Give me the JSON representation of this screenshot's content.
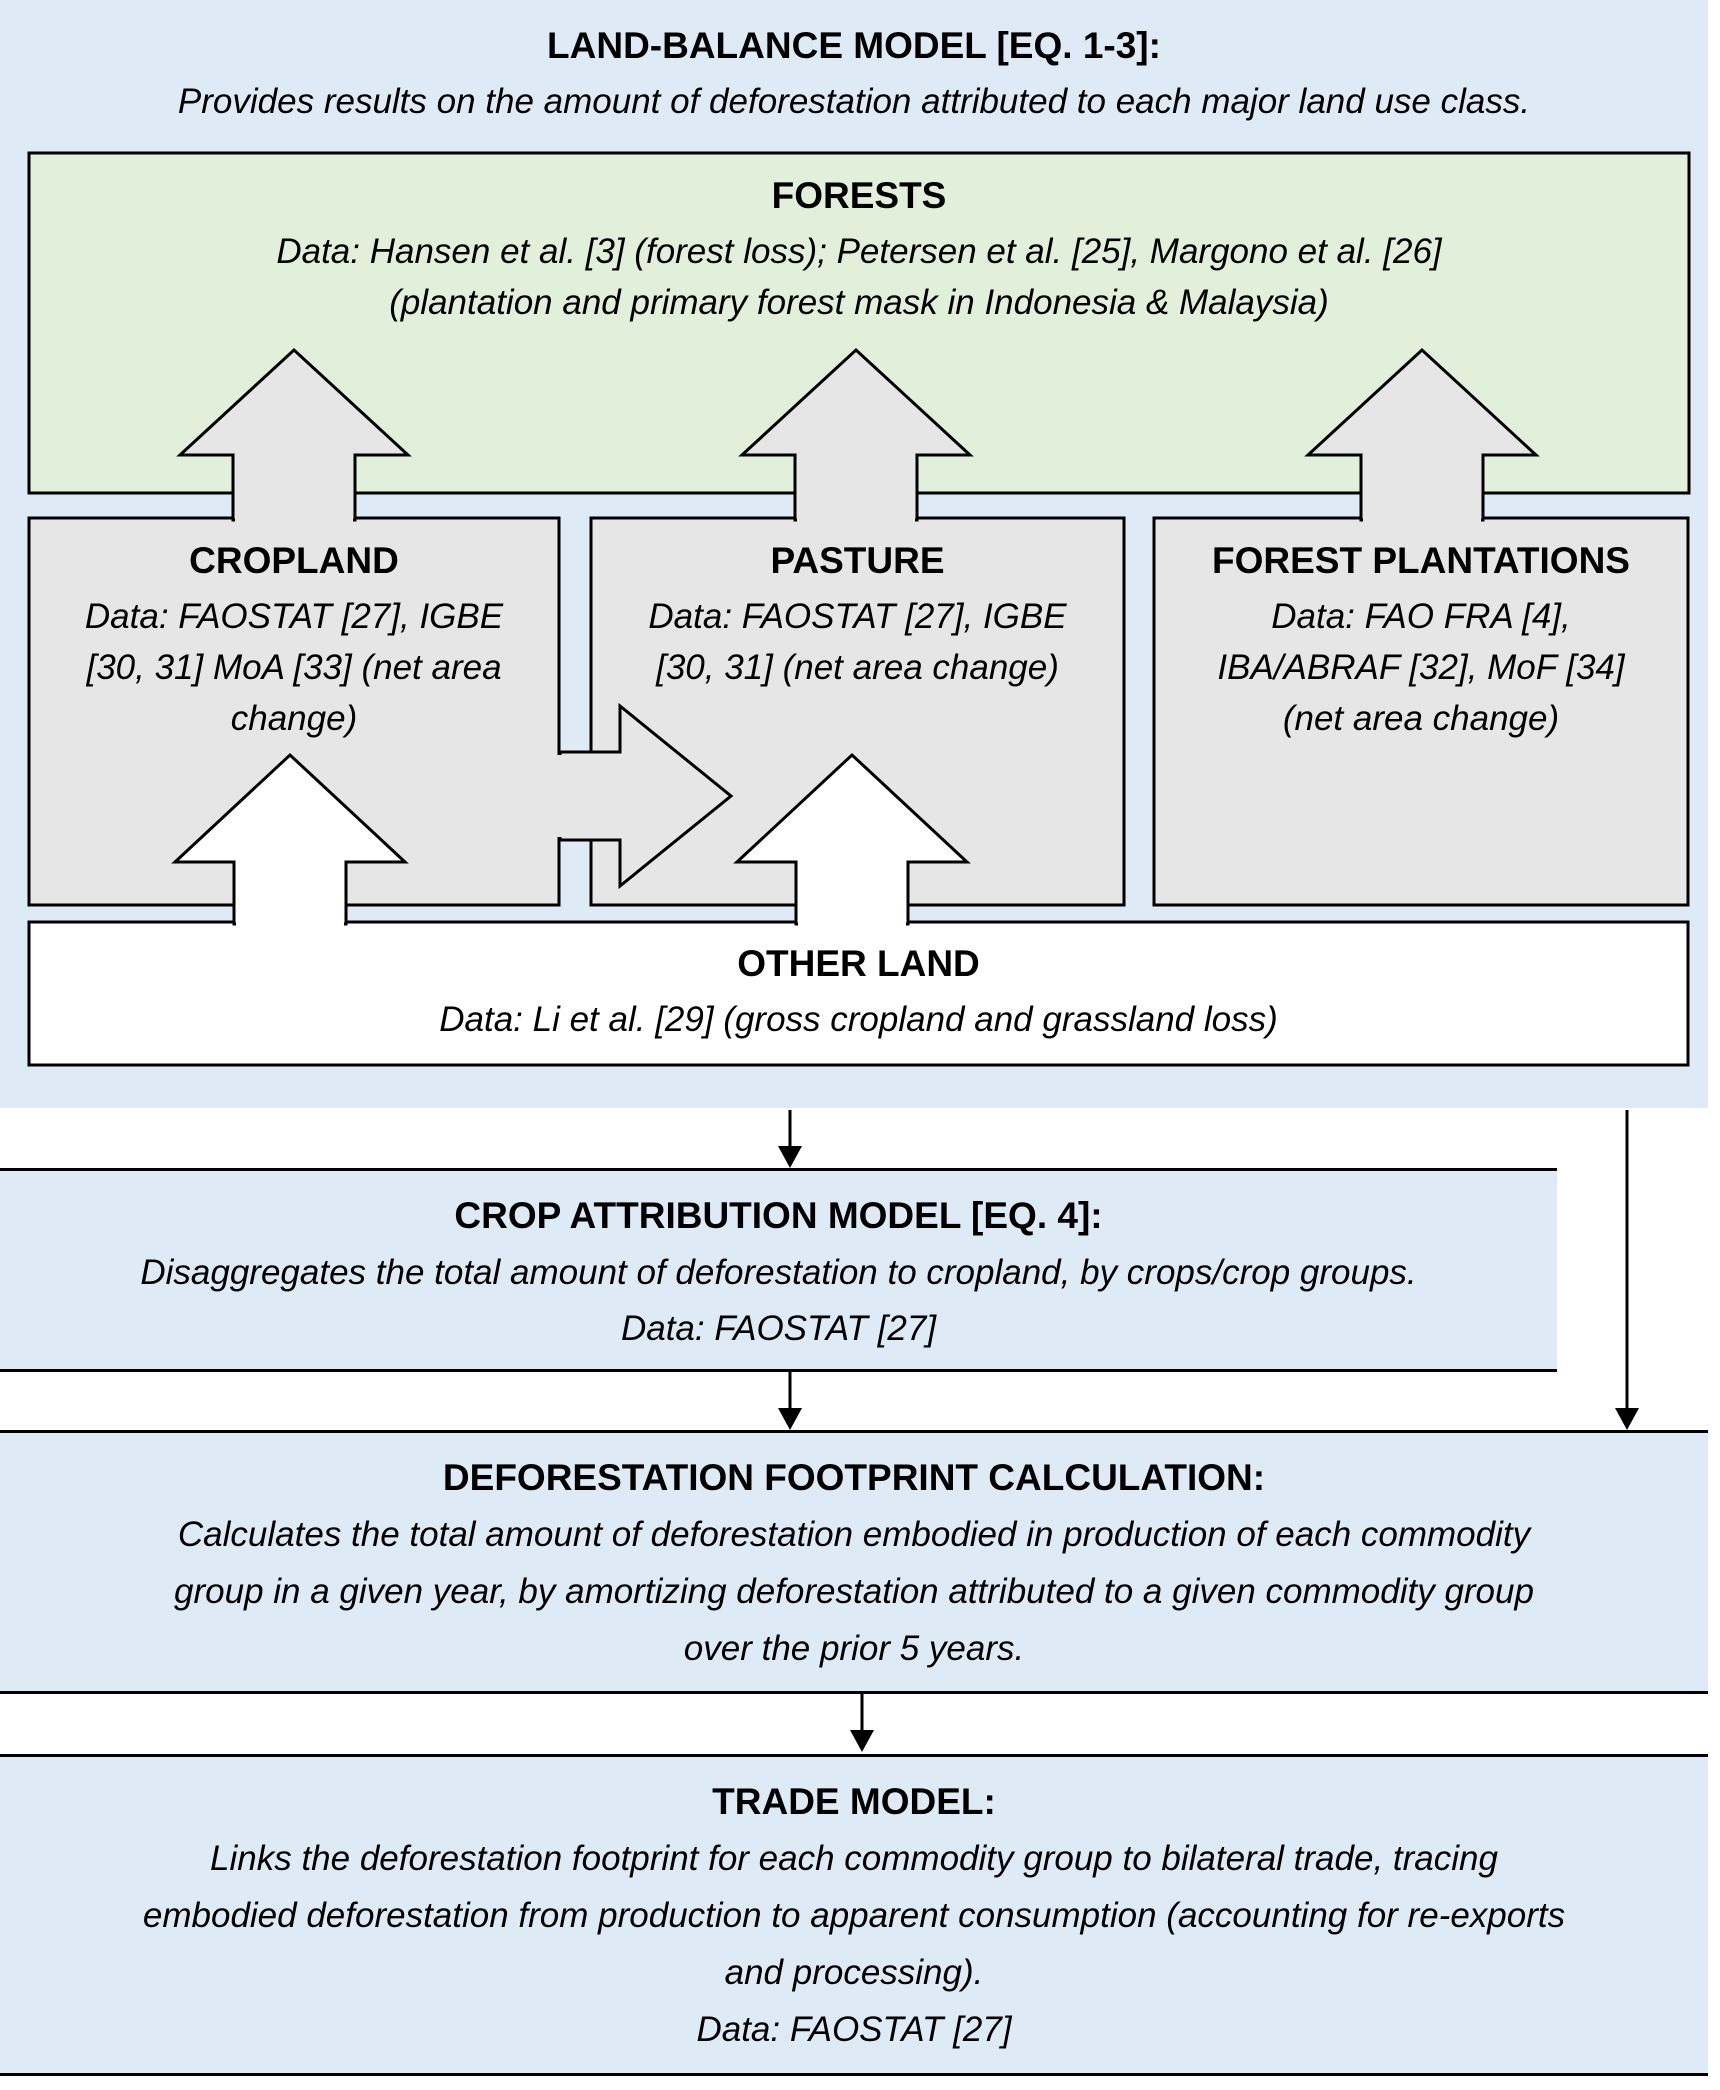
{
  "land_balance": {
    "title": "LAND-BALANCE MODEL [EQ. 1-3]:",
    "description": "Provides results on the amount of deforestation attributed to each major land use class."
  },
  "forests": {
    "title": "FORESTS",
    "data_line1": "Data: Hansen et al. [3] (forest loss); Petersen et al. [25], Margono et al. [26]",
    "data_line2": "(plantation and primary forest mask in Indonesia & Malaysia)"
  },
  "cropland": {
    "title": "CROPLAND",
    "data_line1": "Data: FAOSTAT [27], IGBE",
    "data_line2": "[30, 31] MoA [33] (net area",
    "data_line3": "change)"
  },
  "pasture": {
    "title": "PASTURE",
    "data_line1": "Data: FAOSTAT [27], IGBE",
    "data_line2": "[30, 31] (net area change)"
  },
  "forest_plantations": {
    "title": "FOREST PLANTATIONS",
    "data_line1": "Data: FAO FRA [4],",
    "data_line2": "IBA/ABRAF [32], MoF [34]",
    "data_line3": "(net area change)"
  },
  "other_land": {
    "title": "OTHER LAND",
    "data_line1": "Data: Li et al. [29] (gross cropland and grassland loss)"
  },
  "crop_attribution": {
    "title": "CROP ATTRIBUTION MODEL [EQ. 4]:",
    "description": "Disaggregates the total amount of deforestation to cropland, by crops/crop groups.",
    "data_line": "Data: FAOSTAT [27]"
  },
  "footprint": {
    "title": "DEFORESTATION FOOTPRINT CALCULATION:",
    "line1": "Calculates the total amount of deforestation embodied in production of each commodity",
    "line2": "group in a given year, by amortizing deforestation attributed to a given commodity group",
    "line3": "over the prior 5 years."
  },
  "trade": {
    "title": "TRADE MODEL:",
    "line1": "Links the deforestation footprint for each commodity group to bilateral trade, tracing",
    "line2": "embodied deforestation from production to apparent consumption (accounting for re-exports",
    "line3": "and processing).",
    "data_line": "Data: FAOSTAT [27]"
  },
  "colors": {
    "band_blue": "#deeaf6",
    "forest_green": "#e2efda",
    "box_gray": "#e7e6e6",
    "line_black": "#000000",
    "white": "#ffffff"
  }
}
